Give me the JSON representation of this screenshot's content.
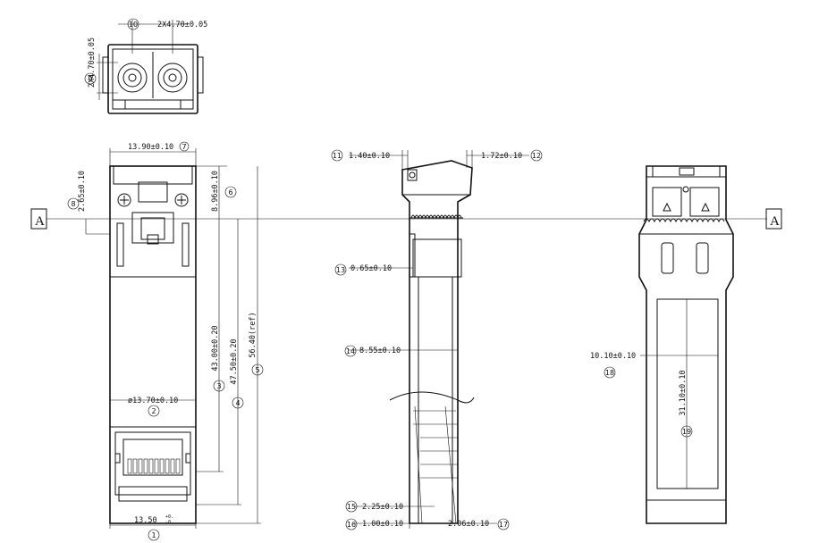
{
  "section_marker": "A",
  "dimensions": {
    "d1": "13.50",
    "d1_tol_upper": "+0.",
    "d1_tol_lower": "-0.",
    "d2": "ø13.70±0.10",
    "d3": "43.00±0.20",
    "d4": "47.50±0.20",
    "d5": "56.40(ref)",
    "d6": "8.96±0.10",
    "d7": "13.90±0.10",
    "d8": "2.65±0.10",
    "d9": "2X4.70±0.05",
    "d10": "2X4.70±0.05",
    "d11": "1.40±0.10",
    "d12": "1.72±0.10",
    "d13": "0.65±0.10",
    "d14": "8.55±0.10",
    "d15": "2.25±0.10",
    "d16": "1.00±0.10",
    "d17": "2.06±0.10",
    "d18": "10.10±0.10",
    "d19": "31.10±0.10"
  },
  "balloons": [
    "1",
    "2",
    "3",
    "4",
    "5",
    "6",
    "7",
    "8",
    "9",
    "10",
    "11",
    "12",
    "13",
    "14",
    "15",
    "16",
    "17",
    "18",
    "19"
  ]
}
